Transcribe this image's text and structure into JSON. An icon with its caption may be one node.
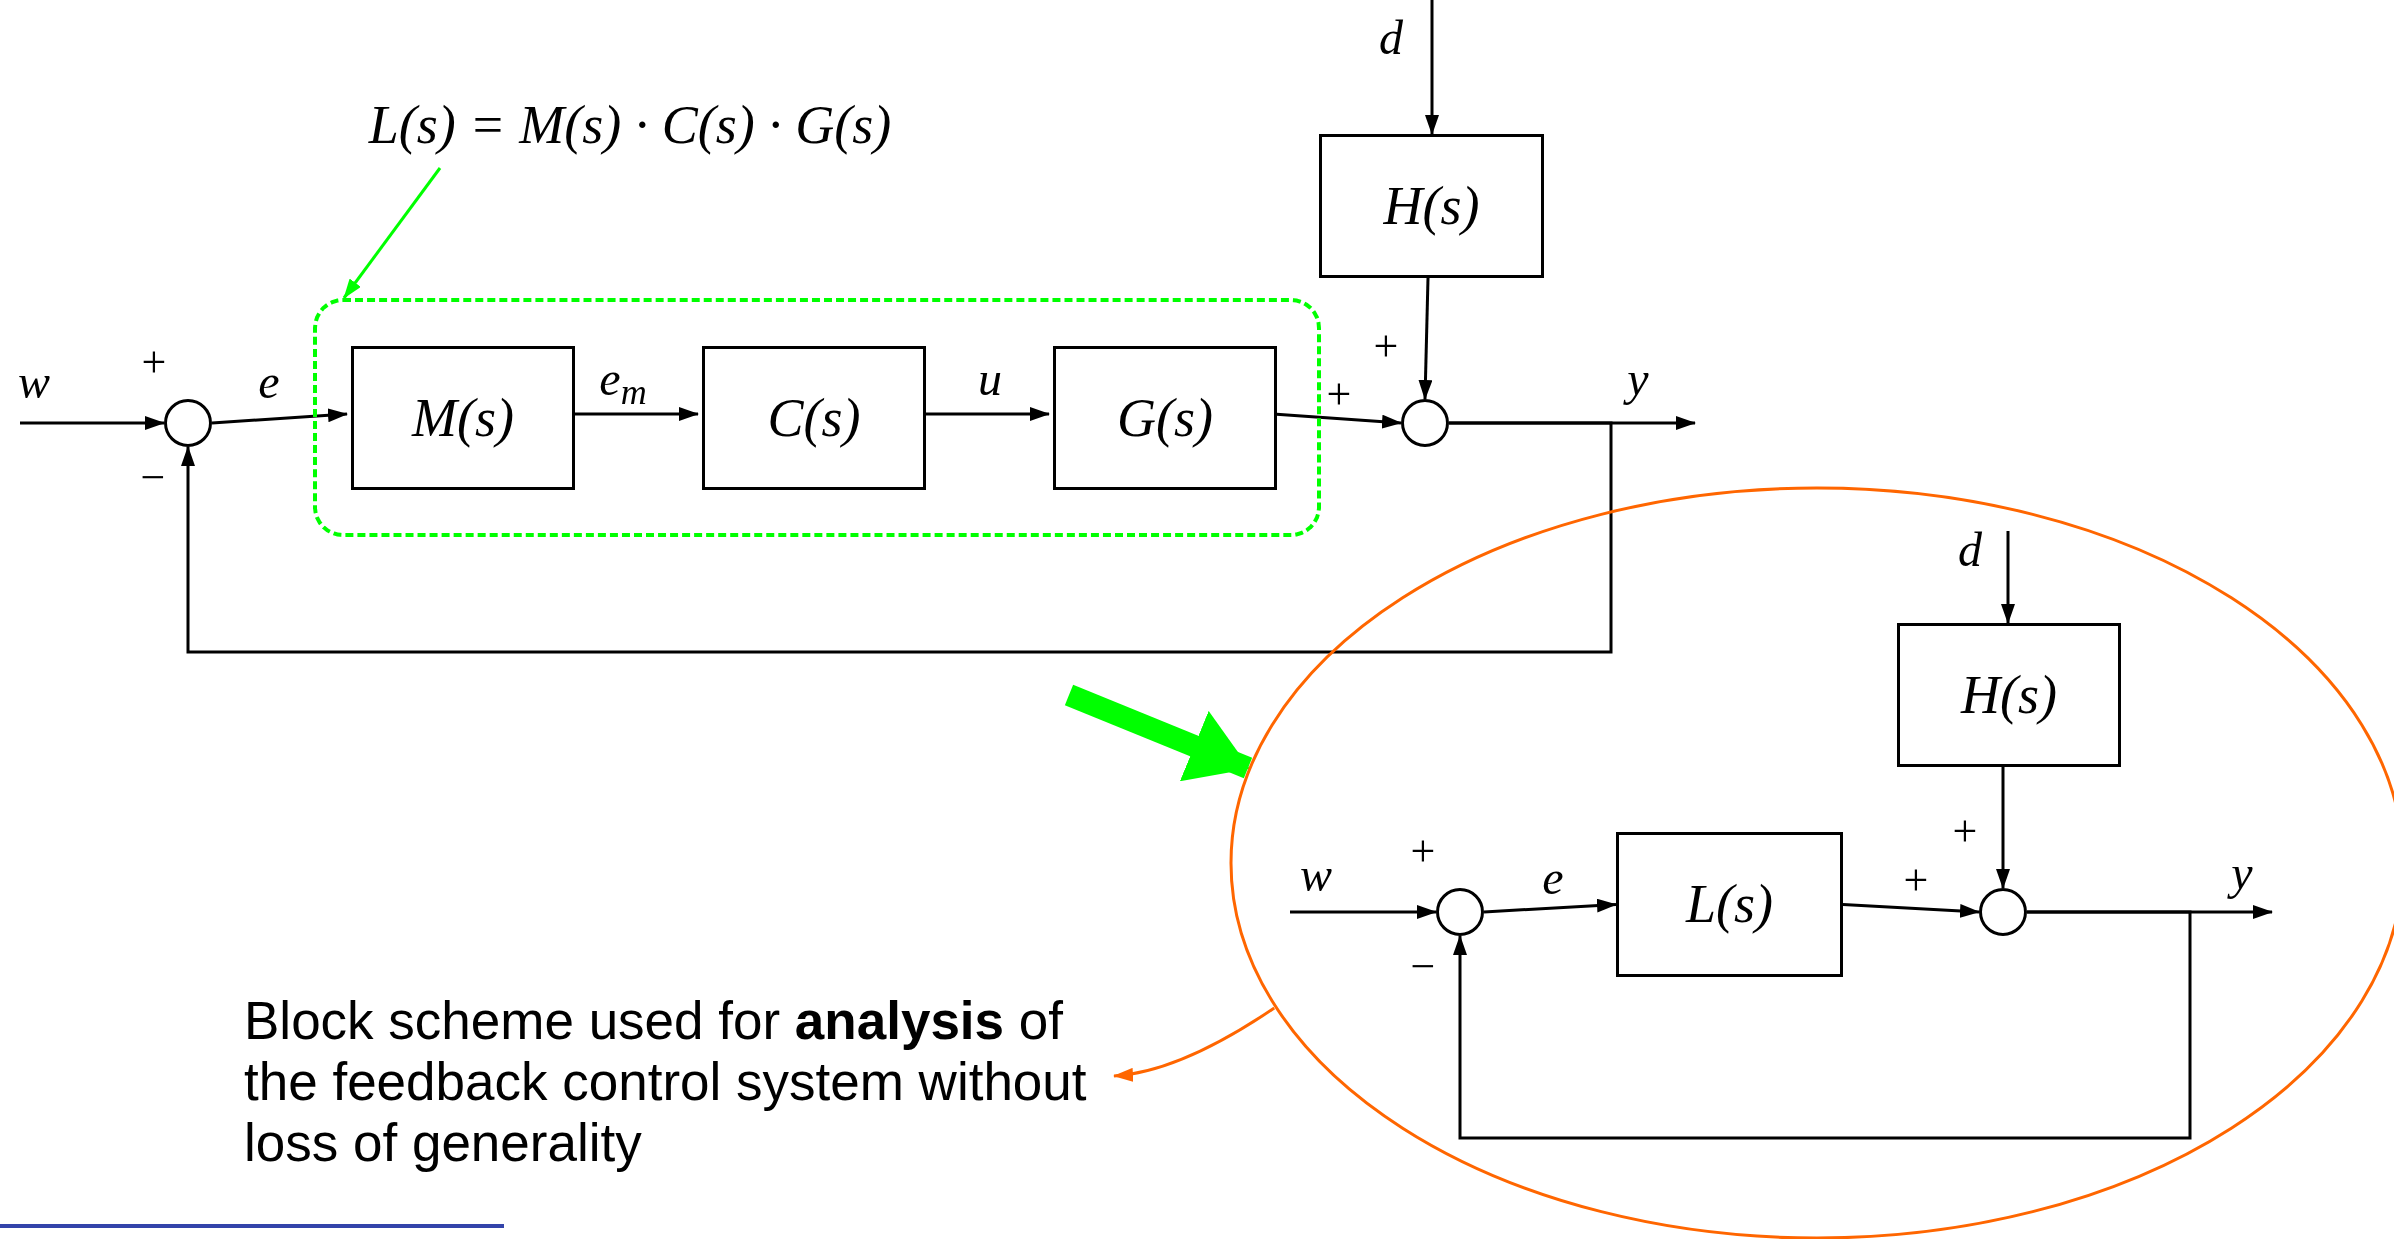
{
  "diagram": {
    "nodes": [
      {
        "text": [
          "L(s) = M(s) · C(s) · G(s)"
        ]
      },
      {
        "text": [],
        "shape": "box"
      },
      {
        "text": [
          "M(s)"
        ],
        "in": 1
      },
      {
        "text": [
          "C(s)"
        ],
        "in": 1
      },
      {
        "text": [
          "G(s)"
        ],
        "in": 1
      },
      {
        "text": [],
        "shape": "circle"
      },
      {
        "text": [],
        "shape": "circle"
      },
      {
        "text": [
          "H(s)"
        ]
      },
      {
        "text": [],
        "shape": "ellipse"
      },
      {
        "text": [
          "H(s)"
        ],
        "in": 8
      },
      {
        "text": [
          "L(s)"
        ],
        "in": 8
      },
      {
        "text": [],
        "shape": "circle",
        "in": 8
      },
      {
        "text": [],
        "shape": "circle",
        "in": 8
      },
      {
        "text": [
          "Block scheme used for **analysis** of the feedback control system without loss of generality"
        ]
      }
    ],
    "edges": [
      {
        "from": 0,
        "to": 1,
        "arrow": "to",
        "color": "#00ff00"
      },
      {
        "from": null,
        "to": 5,
        "arrow": "to",
        "label": "w"
      },
      {
        "from": 5,
        "to": 2,
        "arrow": "to",
        "label": "e"
      },
      {
        "from": 2,
        "to": 3,
        "arrow": "to",
        "label": "e$_{m}$"
      },
      {
        "from": 3,
        "to": 4,
        "arrow": "to",
        "label": "u"
      },
      {
        "from": 4,
        "to": 6,
        "arrow": "to"
      },
      {
        "from": null,
        "to": 7,
        "arrow": "to",
        "label": "d"
      },
      {
        "from": 7,
        "to": 6,
        "arrow": "to"
      },
      {
        "from": 6,
        "to": null,
        "arrow": "to",
        "label": "y"
      },
      {
        "from": 6,
        "to": 5,
        "arrow": "to"
      },
      {
        "from": null,
        "to": 8,
        "arrow": "to",
        "style": "thick",
        "color": "#00ff00"
      },
      {
        "from": null,
        "to": 9,
        "arrow": "to",
        "label": "d"
      },
      {
        "from": null,
        "to": 11,
        "arrow": "to",
        "label": "w"
      },
      {
        "from": 11,
        "to": 10,
        "arrow": "to",
        "label": "e"
      },
      {
        "from": 10,
        "to": 12,
        "arrow": "to"
      },
      {
        "from": 9,
        "to": 12,
        "arrow": "to"
      },
      {
        "from": 12,
        "to": null,
        "arrow": "to",
        "label": "y"
      },
      {
        "from": 12,
        "to": 11,
        "arrow": "to"
      },
      {
        "from": 8,
        "to": 13,
        "arrow": "to",
        "color": "#ff6600"
      }
    ],
    "labels": [
      "+",
      "+",
      "+",
      "−",
      "+",
      "+",
      "+",
      "−"
    ]
  }
}
